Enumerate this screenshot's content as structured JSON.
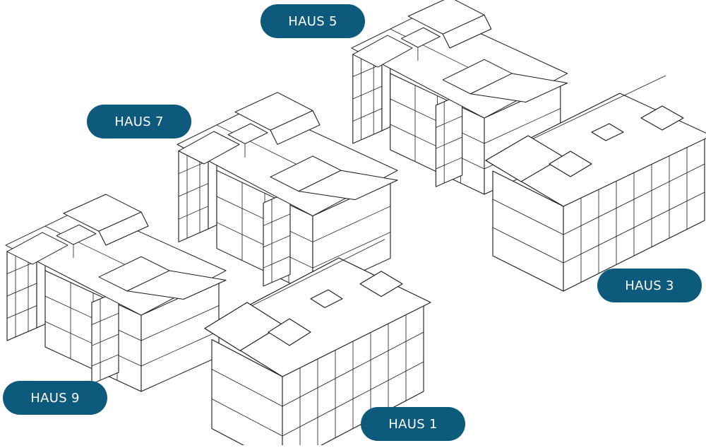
{
  "colors": {
    "label_bg": "#0e5a7c",
    "label_text": "#ffffff",
    "line": "#1a1a1a",
    "background": "#ffffff"
  },
  "houses": [
    {
      "id": "haus-5",
      "label": "HAUS 5"
    },
    {
      "id": "haus-7",
      "label": "HAUS 7"
    },
    {
      "id": "haus-3",
      "label": "HAUS 3"
    },
    {
      "id": "haus-9",
      "label": "HAUS 9"
    },
    {
      "id": "haus-1",
      "label": "HAUS 1"
    }
  ]
}
